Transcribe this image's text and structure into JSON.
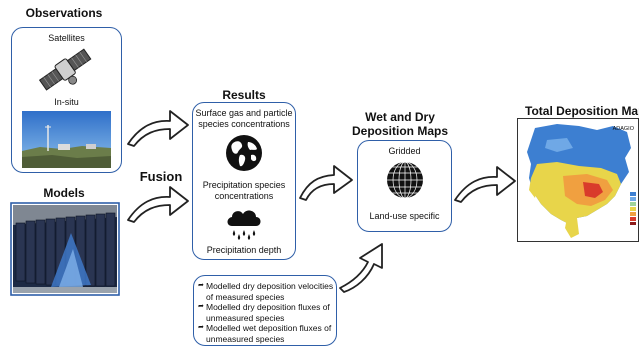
{
  "observations": {
    "title": "Observations",
    "satellites_label": "Satellites",
    "insitu_label": "In-situ",
    "satellite_icon": "satellite-icon",
    "insitu_image": "in-situ-station-photo"
  },
  "models": {
    "title": "Models",
    "image": "supercomputer-photo"
  },
  "fusion": {
    "label": "Fusion"
  },
  "results": {
    "title": "Results",
    "surface_label": "Surface gas and particle species concentrations",
    "globe_icon": "globe-icon",
    "precip_conc_label": "Precipitation species concentrations",
    "rain_icon": "rain-cloud-icon",
    "precip_depth_label": "Precipitation depth"
  },
  "notes": {
    "bullet_icon": "arrow-bullet-icon",
    "items": [
      "Modelled dry deposition velocities of measured species",
      "Modelled dry deposition fluxes of unmeasured species",
      "Modelled wet deposition fluxes of unmeasured species"
    ]
  },
  "wet_dry": {
    "title": "Wet and Dry Deposition Maps",
    "gridded_label": "Gridded",
    "globe_icon": "gridded-globe-icon",
    "landuse_label": "Land-use specific"
  },
  "total": {
    "title": "Total Deposition Maps",
    "map_label": "ADAGIO",
    "map_image": "north-america-deposition-map"
  },
  "colors": {
    "box_border": "#2f5fa8",
    "arrow_outline": "#222222",
    "map_ocean": "#ffffff",
    "map_low": "#3d7fd1",
    "map_high": "#d93b2b"
  }
}
